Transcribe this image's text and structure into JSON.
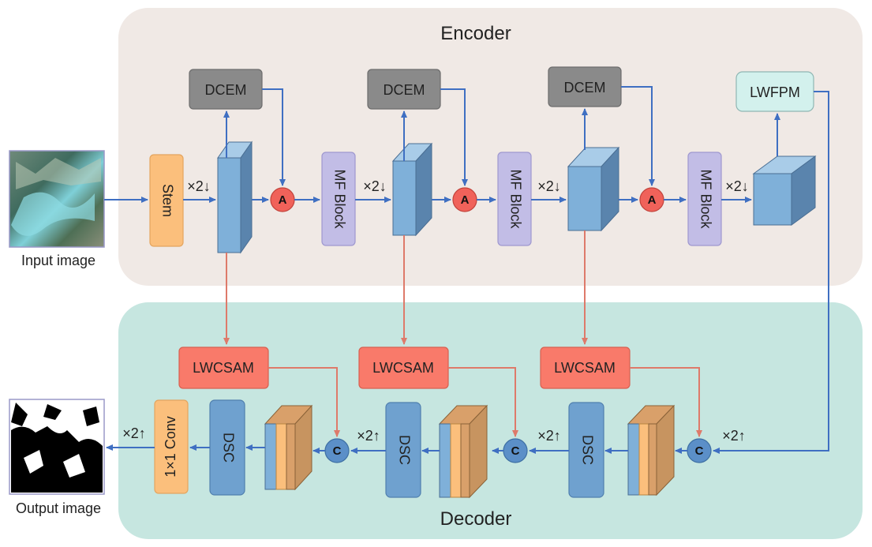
{
  "sections": {
    "encoder_title": "Encoder",
    "decoder_title": "Decoder"
  },
  "io": {
    "input_label": "Input image",
    "output_label": "Output image"
  },
  "blocks": {
    "stem": "Stem",
    "dcem": "DCEM",
    "mf_block": "MF Block",
    "lwfpm": "LWFPM",
    "lwcsam": "LWCSAM",
    "dsc": "DSC",
    "conv": "1×1 Conv"
  },
  "operators": {
    "attention": "A",
    "concat": "C",
    "down2": "×2↓",
    "up2": "×2↑"
  },
  "colors": {
    "encoder_bg": "#f0e9e5",
    "decoder_bg": "#c6e6e0",
    "dcem": "#8a8a8a",
    "stem": "#fbbf7c",
    "mf_block": "#c2bde6",
    "lwfpm": "#d3f1ed",
    "lwcsam": "#f97a6a",
    "dsc": "#6fa1cf",
    "feature_map": "#7fb0d9",
    "blue_arrow": "#3f6fc2",
    "red_arrow": "#de7a6a"
  }
}
